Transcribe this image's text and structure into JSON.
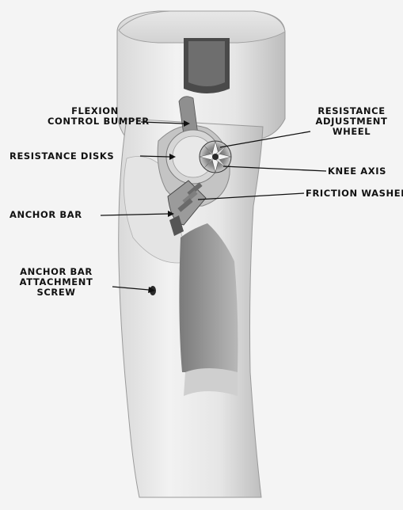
{
  "labels": {
    "flexion_control_bumper": [
      "FLEXION",
      "CONTROL BUMPER"
    ],
    "resistance_disks": "RESISTANCE DISKS",
    "anchor_bar": "ANCHOR BAR",
    "anchor_bar_attachment_screw": [
      "ANCHOR BAR",
      "ATTACHMENT",
      "SCREW"
    ],
    "resistance_adjustment_wheel": [
      "RESISTANCE",
      "ADJUSTMENT",
      "WHEEL"
    ],
    "knee_axis": "KNEE AXIS",
    "friction_washers": "FRICTION WASHERS"
  }
}
